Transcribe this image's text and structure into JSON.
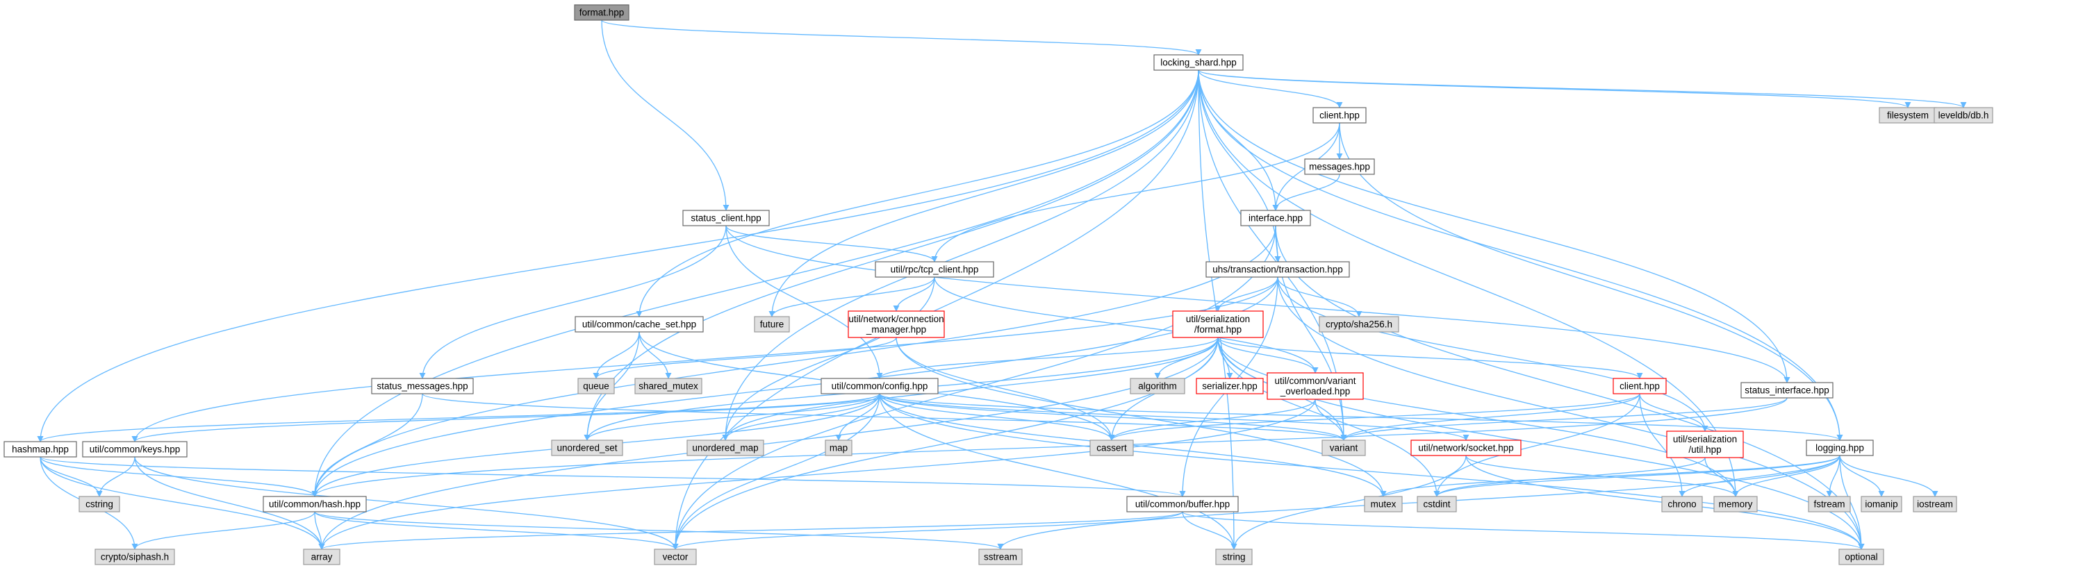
{
  "colors": {
    "edge": "#63b8ff",
    "root_fill": "#999999",
    "file_fill": "#ffffff",
    "external_fill": "#e0e0e0",
    "incomplete_border": "#ff0000"
  },
  "nodes": [
    {
      "id": "format_hpp",
      "label": [
        "format.hpp"
      ],
      "kind": "root"
    },
    {
      "id": "locking_shard",
      "label": [
        "locking_shard.hpp"
      ],
      "kind": "file"
    },
    {
      "id": "client_hpp",
      "label": [
        "client.hpp"
      ],
      "kind": "file"
    },
    {
      "id": "messages",
      "label": [
        "messages.hpp"
      ],
      "kind": "file"
    },
    {
      "id": "interface",
      "label": [
        "interface.hpp"
      ],
      "kind": "file"
    },
    {
      "id": "status_client",
      "label": [
        "status_client.hpp"
      ],
      "kind": "file"
    },
    {
      "id": "tcp_client",
      "label": [
        "util/rpc/tcp_client.hpp"
      ],
      "kind": "file"
    },
    {
      "id": "transaction",
      "label": [
        "uhs/transaction/transaction.hpp"
      ],
      "kind": "file"
    },
    {
      "id": "cache_set",
      "label": [
        "util/common/cache_set.hpp"
      ],
      "kind": "file"
    },
    {
      "id": "conn_mgr",
      "label": [
        "util/network/connection",
        "_manager.hpp"
      ],
      "kind": "red"
    },
    {
      "id": "ser_format",
      "label": [
        "util/serialization",
        "/format.hpp"
      ],
      "kind": "red"
    },
    {
      "id": "status_messages",
      "label": [
        "status_messages.hpp"
      ],
      "kind": "file"
    },
    {
      "id": "config",
      "label": [
        "util/common/config.hpp"
      ],
      "kind": "file"
    },
    {
      "id": "variant_overloaded",
      "label": [
        "util/common/variant",
        "_overloaded.hpp"
      ],
      "kind": "red"
    },
    {
      "id": "client_red",
      "label": [
        "client.hpp"
      ],
      "kind": "red"
    },
    {
      "id": "status_interface",
      "label": [
        "status_interface.hpp"
      ],
      "kind": "file"
    },
    {
      "id": "hashmap",
      "label": [
        "hashmap.hpp"
      ],
      "kind": "file"
    },
    {
      "id": "keys",
      "label": [
        "util/common/keys.hpp"
      ],
      "kind": "file"
    },
    {
      "id": "socket",
      "label": [
        "util/network/socket.hpp"
      ],
      "kind": "red"
    },
    {
      "id": "ser_util",
      "label": [
        "util/serialization",
        "/util.hpp"
      ],
      "kind": "red"
    },
    {
      "id": "logging",
      "label": [
        "logging.hpp"
      ],
      "kind": "file"
    },
    {
      "id": "hash",
      "label": [
        "util/common/hash.hpp"
      ],
      "kind": "file"
    },
    {
      "id": "buffer",
      "label": [
        "util/common/buffer.hpp"
      ],
      "kind": "file"
    },
    {
      "id": "serializer",
      "label": [
        "serializer.hpp"
      ],
      "kind": "red"
    },
    {
      "id": "filesystem",
      "label": [
        "filesystem"
      ],
      "kind": "ext"
    },
    {
      "id": "leveldb",
      "label": [
        "leveldb/db.h"
      ],
      "kind": "ext"
    },
    {
      "id": "future",
      "label": [
        "future"
      ],
      "kind": "ext"
    },
    {
      "id": "sha256",
      "label": [
        "crypto/sha256.h"
      ],
      "kind": "ext"
    },
    {
      "id": "queue",
      "label": [
        "queue"
      ],
      "kind": "ext"
    },
    {
      "id": "shared_mutex",
      "label": [
        "shared_mutex"
      ],
      "kind": "ext"
    },
    {
      "id": "algorithm",
      "label": [
        "algorithm"
      ],
      "kind": "ext"
    },
    {
      "id": "unordered_set",
      "label": [
        "unordered_set"
      ],
      "kind": "ext"
    },
    {
      "id": "unordered_map",
      "label": [
        "unordered_map"
      ],
      "kind": "ext"
    },
    {
      "id": "map",
      "label": [
        "map"
      ],
      "kind": "ext"
    },
    {
      "id": "cassert",
      "label": [
        "cassert"
      ],
      "kind": "ext"
    },
    {
      "id": "variant",
      "label": [
        "variant"
      ],
      "kind": "ext"
    },
    {
      "id": "cstring",
      "label": [
        "cstring"
      ],
      "kind": "ext"
    },
    {
      "id": "mutex",
      "label": [
        "mutex"
      ],
      "kind": "ext"
    },
    {
      "id": "cstdint",
      "label": [
        "cstdint"
      ],
      "kind": "ext"
    },
    {
      "id": "chrono",
      "label": [
        "chrono"
      ],
      "kind": "ext"
    },
    {
      "id": "memory",
      "label": [
        "memory"
      ],
      "kind": "ext"
    },
    {
      "id": "fstream",
      "label": [
        "fstream"
      ],
      "kind": "ext"
    },
    {
      "id": "iomanip",
      "label": [
        "iomanip"
      ],
      "kind": "ext"
    },
    {
      "id": "iostream",
      "label": [
        "iostream"
      ],
      "kind": "ext"
    },
    {
      "id": "siphash",
      "label": [
        "crypto/siphash.h"
      ],
      "kind": "ext"
    },
    {
      "id": "array",
      "label": [
        "array"
      ],
      "kind": "ext"
    },
    {
      "id": "vector",
      "label": [
        "vector"
      ],
      "kind": "ext"
    },
    {
      "id": "sstream",
      "label": [
        "sstream"
      ],
      "kind": "ext"
    },
    {
      "id": "string",
      "label": [
        "string"
      ],
      "kind": "ext"
    },
    {
      "id": "optional",
      "label": [
        "optional"
      ],
      "kind": "ext"
    }
  ],
  "edges": [
    [
      "format_hpp",
      "locking_shard"
    ],
    [
      "format_hpp",
      "status_client"
    ],
    [
      "locking_shard",
      "client_hpp"
    ],
    [
      "locking_shard",
      "interface"
    ],
    [
      "locking_shard",
      "transaction"
    ],
    [
      "locking_shard",
      "filesystem"
    ],
    [
      "locking_shard",
      "leveldb"
    ],
    [
      "locking_shard",
      "future"
    ],
    [
      "locking_shard",
      "cache_set"
    ],
    [
      "locking_shard",
      "hashmap"
    ],
    [
      "locking_shard",
      "hash"
    ],
    [
      "locking_shard",
      "unordered_set"
    ],
    [
      "locking_shard",
      "unordered_map"
    ],
    [
      "locking_shard",
      "vector"
    ],
    [
      "locking_shard",
      "variant"
    ],
    [
      "locking_shard",
      "status_interface"
    ],
    [
      "locking_shard",
      "logging"
    ],
    [
      "locking_shard",
      "memory"
    ],
    [
      "locking_shard",
      "string"
    ],
    [
      "client_hpp",
      "messages"
    ],
    [
      "client_hpp",
      "interface"
    ],
    [
      "client_hpp",
      "tcp_client"
    ],
    [
      "client_hpp",
      "logging"
    ],
    [
      "messages",
      "interface"
    ],
    [
      "interface",
      "transaction"
    ],
    [
      "interface",
      "hash"
    ],
    [
      "interface",
      "vector"
    ],
    [
      "interface",
      "variant"
    ],
    [
      "interface",
      "optional"
    ],
    [
      "status_client",
      "tcp_client"
    ],
    [
      "status_client",
      "status_messages"
    ],
    [
      "status_client",
      "config"
    ],
    [
      "status_client",
      "status_interface"
    ],
    [
      "tcp_client",
      "conn_mgr"
    ],
    [
      "tcp_client",
      "future"
    ],
    [
      "tcp_client",
      "unordered_map"
    ],
    [
      "tcp_client",
      "variant_overloaded"
    ],
    [
      "transaction",
      "ser_format"
    ],
    [
      "transaction",
      "sha256"
    ],
    [
      "transaction",
      "hash"
    ],
    [
      "transaction",
      "keys"
    ],
    [
      "transaction",
      "buffer"
    ],
    [
      "transaction",
      "optional"
    ],
    [
      "transaction",
      "ser_util"
    ],
    [
      "cache_set",
      "queue"
    ],
    [
      "cache_set",
      "shared_mutex"
    ],
    [
      "cache_set",
      "unordered_set"
    ],
    [
      "cache_set",
      "cassert"
    ],
    [
      "conn_mgr",
      "queue"
    ],
    [
      "conn_mgr",
      "cassert"
    ],
    [
      "conn_mgr",
      "mutex"
    ],
    [
      "ser_format",
      "config"
    ],
    [
      "ser_format",
      "algorithm"
    ],
    [
      "ser_format",
      "serializer"
    ],
    [
      "ser_format",
      "variant_overloaded"
    ],
    [
      "ser_format",
      "client_red"
    ],
    [
      "ser_format",
      "unordered_set"
    ],
    [
      "ser_format",
      "unordered_map"
    ],
    [
      "ser_format",
      "array"
    ],
    [
      "ser_format",
      "vector"
    ],
    [
      "ser_format",
      "cassert"
    ],
    [
      "ser_format",
      "variant"
    ],
    [
      "ser_format",
      "cstdint"
    ],
    [
      "ser_format",
      "memory"
    ],
    [
      "ser_format",
      "optional"
    ],
    [
      "status_messages",
      "hash"
    ],
    [
      "status_messages",
      "variant"
    ],
    [
      "config",
      "hashmap"
    ],
    [
      "config",
      "keys"
    ],
    [
      "config",
      "hash"
    ],
    [
      "config",
      "unordered_set"
    ],
    [
      "config",
      "unordered_map"
    ],
    [
      "config",
      "map"
    ],
    [
      "config",
      "cassert"
    ],
    [
      "config",
      "variant"
    ],
    [
      "config",
      "socket"
    ],
    [
      "config",
      "logging"
    ],
    [
      "config",
      "vector"
    ],
    [
      "config",
      "string"
    ],
    [
      "config",
      "mutex"
    ],
    [
      "config",
      "optional"
    ],
    [
      "variant_overloaded",
      "cassert"
    ],
    [
      "variant_overloaded",
      "variant"
    ],
    [
      "variant_overloaded",
      "array"
    ],
    [
      "client_red",
      "ser_util"
    ],
    [
      "client_red",
      "cassert"
    ],
    [
      "client_red",
      "variant"
    ],
    [
      "client_red",
      "chrono"
    ],
    [
      "client_red",
      "cstdint"
    ],
    [
      "status_interface",
      "hash"
    ],
    [
      "status_interface",
      "variant"
    ],
    [
      "hashmap",
      "hash"
    ],
    [
      "hashmap",
      "buffer"
    ],
    [
      "hashmap",
      "cstring"
    ],
    [
      "hashmap",
      "siphash"
    ],
    [
      "hashmap",
      "array"
    ],
    [
      "keys",
      "cstring"
    ],
    [
      "keys",
      "array"
    ],
    [
      "keys",
      "vector"
    ],
    [
      "socket",
      "string"
    ],
    [
      "socket",
      "memory"
    ],
    [
      "socket",
      "optional"
    ],
    [
      "ser_util",
      "memory"
    ],
    [
      "ser_util",
      "cstdint"
    ],
    [
      "logging",
      "mutex"
    ],
    [
      "logging",
      "chrono"
    ],
    [
      "logging",
      "memory"
    ],
    [
      "logging",
      "fstream"
    ],
    [
      "logging",
      "iomanip"
    ],
    [
      "logging",
      "iostream"
    ],
    [
      "logging",
      "sstream"
    ],
    [
      "logging",
      "cstdint"
    ],
    [
      "logging",
      "optional"
    ],
    [
      "hash",
      "siphash"
    ],
    [
      "hash",
      "array"
    ],
    [
      "hash",
      "vector"
    ],
    [
      "hash",
      "sstream"
    ],
    [
      "buffer",
      "vector"
    ],
    [
      "buffer",
      "string"
    ],
    [
      "buffer",
      "array"
    ],
    [
      "buffer",
      "optional"
    ]
  ]
}
